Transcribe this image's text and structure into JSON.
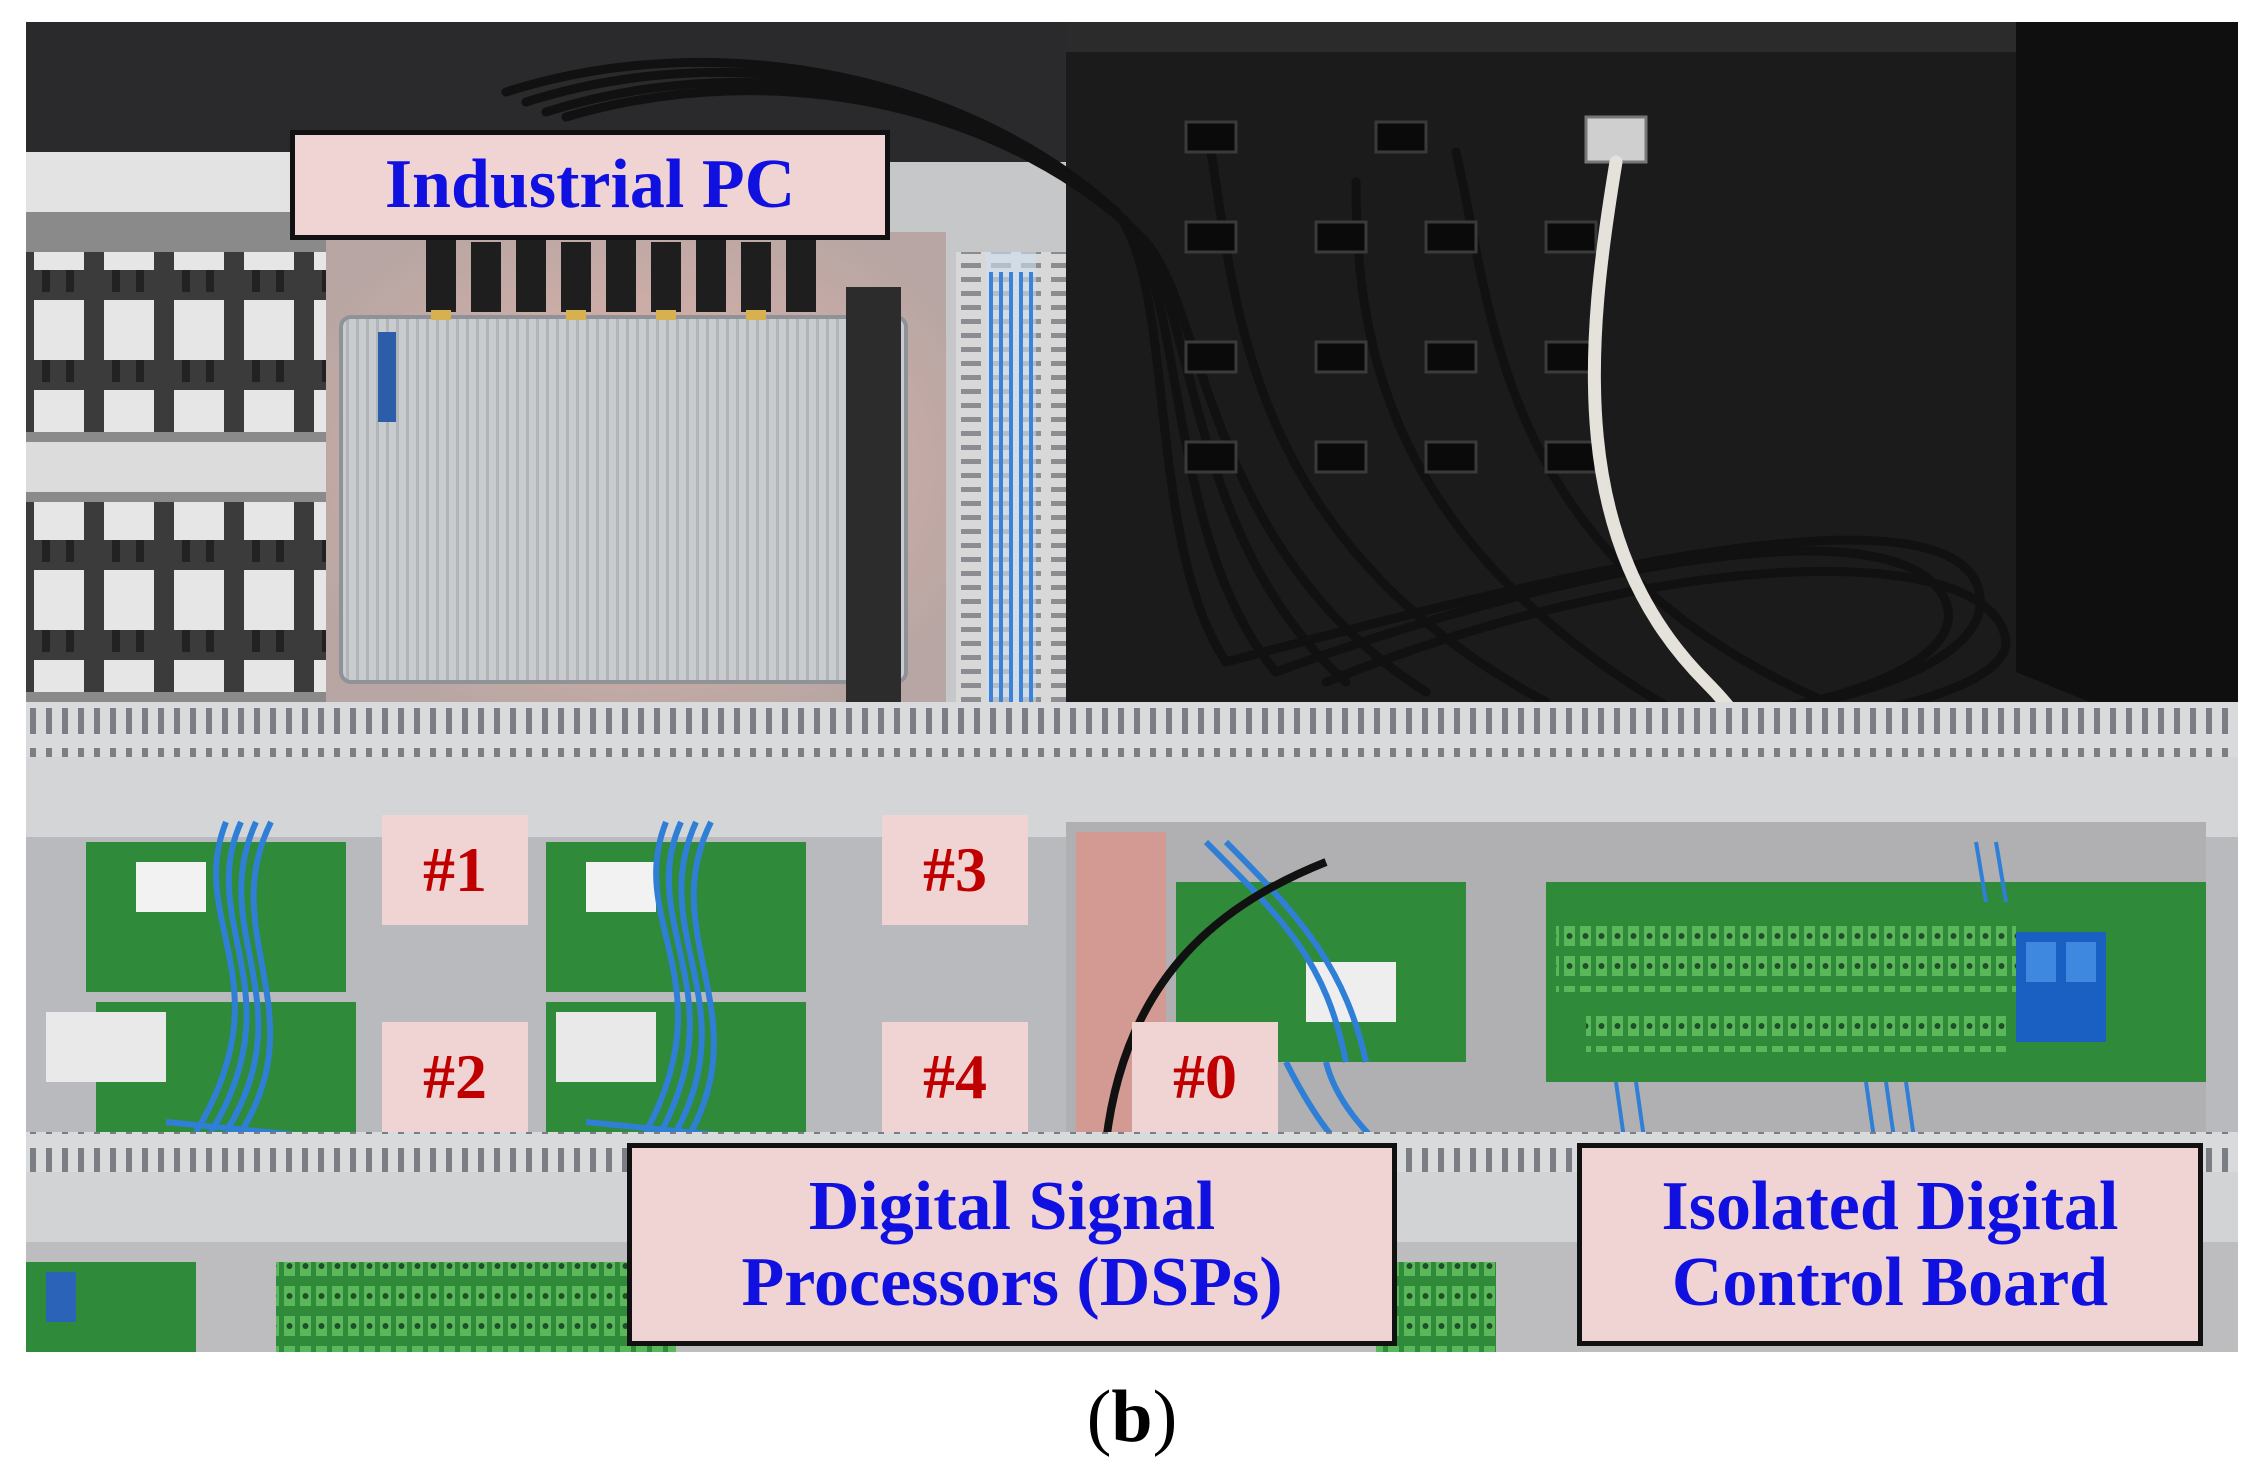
{
  "figure": {
    "caption_open": "(",
    "caption_letter": "b",
    "caption_close": ")"
  },
  "labels": {
    "industrial_pc": "Industrial PC",
    "dsp_line1": "Digital Signal",
    "dsp_line2": "Processors (DSPs)",
    "idcb_line1": "Isolated Digital",
    "idcb_line2": "Control Board"
  },
  "boards": {
    "dsp_1": "#1",
    "dsp_2": "#2",
    "dsp_3": "#3",
    "dsp_4": "#4",
    "dsp_0": "#0"
  },
  "colors": {
    "label_fill": "#f0d3d3",
    "label_text_blue": "#1010e0",
    "label_text_red": "#c00000",
    "cabinet_back": "#1b1b1b",
    "pcb_green": "#2f8a3a",
    "wire_blue": "#2f7fd6"
  }
}
